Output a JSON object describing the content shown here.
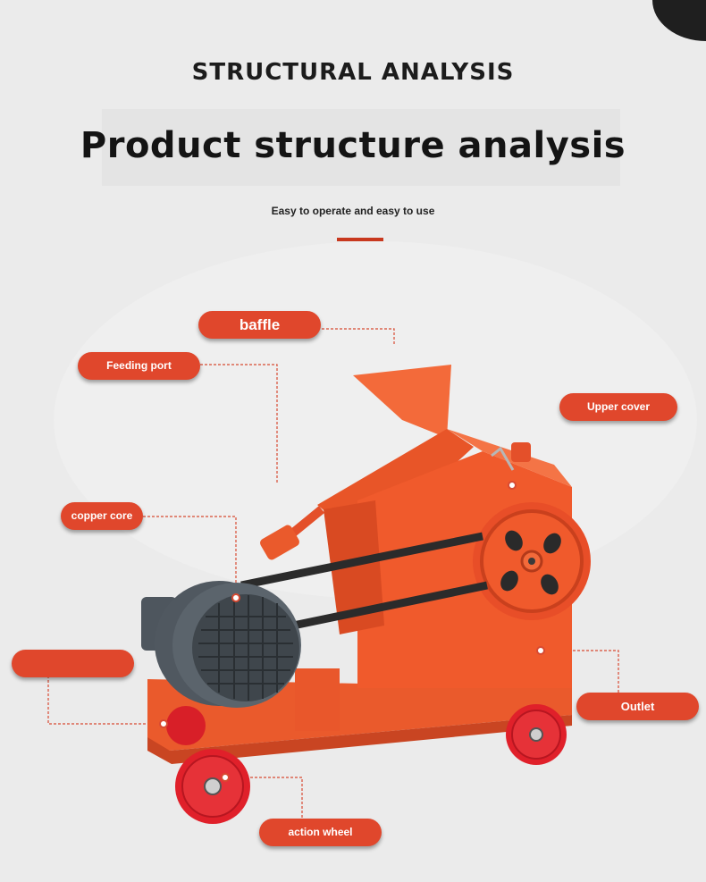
{
  "header": {
    "kicker": "STRUCTURAL  ANALYSIS",
    "title": "Product structure analysis",
    "subtitle": "Easy to operate and easy to use"
  },
  "labels": {
    "baffle": "baffle",
    "feeding_port": "Feeding port",
    "upper_cover": "Upper cover",
    "copper_core": "copper core",
    "outlet": "Outlet",
    "action_wheel": "action wheel"
  },
  "colors": {
    "accent": "#c8381e",
    "tag": "#e0472c",
    "machine": "#f05a2c",
    "motor": "#4a535b"
  }
}
